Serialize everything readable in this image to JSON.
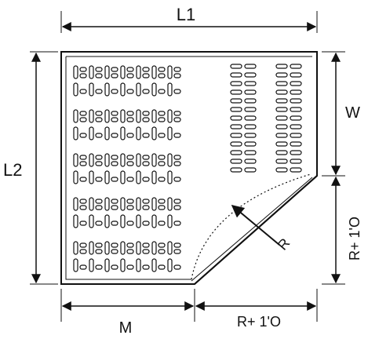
{
  "labels": {
    "l1": "L1",
    "l2": "L2",
    "w": "W",
    "r_side": "R+ 1'O",
    "r_bottom": "R+ 1'O",
    "m": "M",
    "r": "R"
  },
  "colors": {
    "line": "#111111",
    "background": "#ffffff"
  }
}
